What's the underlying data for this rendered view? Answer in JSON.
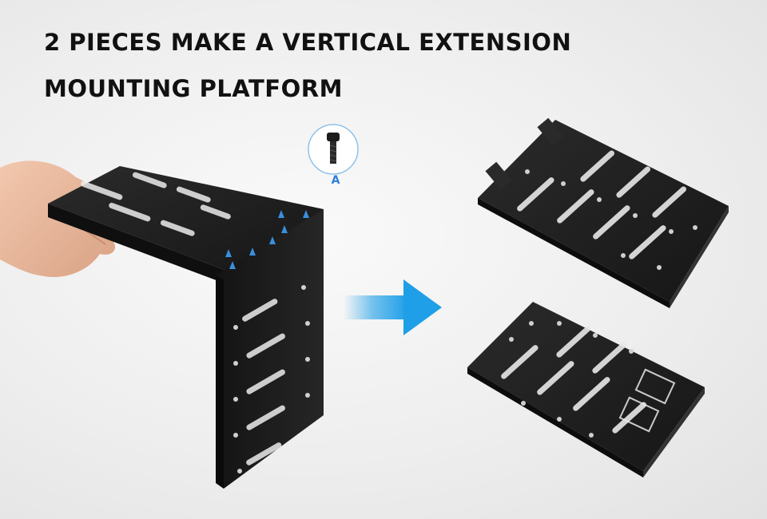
{
  "headline": {
    "line1": "2 PIECES MAKE A VERTICAL EXTENSION",
    "line2": "MOUNTING PLATFORM"
  },
  "screw_callout": {
    "label": "A"
  },
  "colors": {
    "plate": "#1f1f1f",
    "plate_edge": "#3a3a3a",
    "arrow": "#1f9fe8",
    "screw_marker": "#3a8fdc",
    "callout_ring": "#8ec3ea"
  },
  "icons": {
    "arrow": "right-arrow-icon",
    "screw": "screw-icon"
  }
}
